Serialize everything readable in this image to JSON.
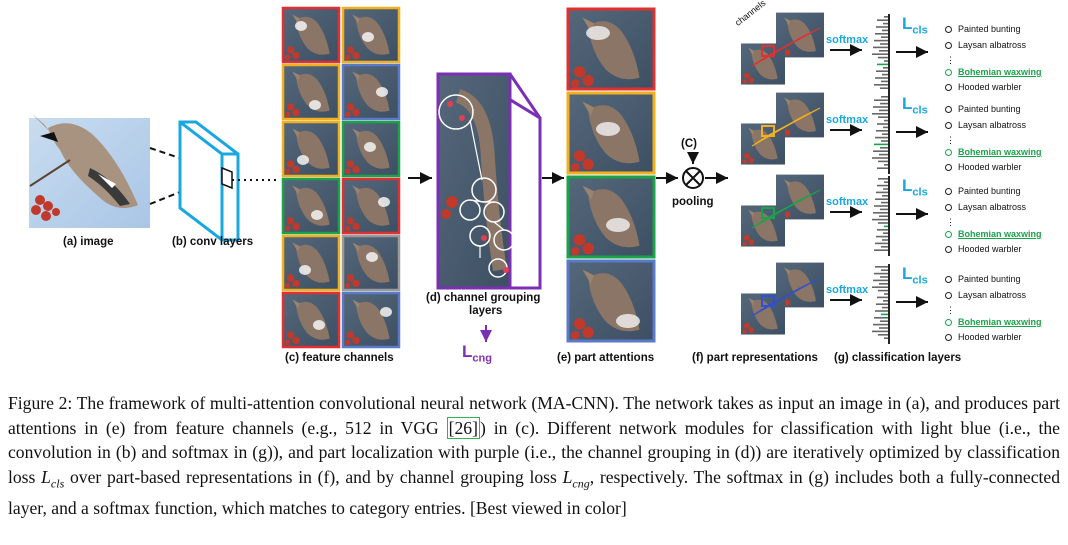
{
  "figure": {
    "labels": {
      "image": "(a) image",
      "conv": "(b) conv layers",
      "features": "(c) feature channels",
      "grouping_line1": "(d) channel grouping",
      "grouping_line2": "layers",
      "attentions": "(e) part attentions",
      "representations": "(f) part representations",
      "classification": "(g) classification layers",
      "pooling": "pooling",
      "c_marker": "(C)",
      "channels": "channels",
      "softmax": "softmax",
      "loss_cls_main": "L",
      "loss_cls_sub": "cls",
      "loss_cng_main": "L",
      "loss_cng_sub": "cng"
    },
    "class_entries": [
      "Painted bunting",
      "Laysan albatross",
      "⋮",
      "Bohemian waxwing",
      "Hooded warbler"
    ],
    "colors": {
      "light_blue": "#18a8e0",
      "purple": "#7b2fb5",
      "green": "#1aa34a",
      "feature_frames": [
        "#e03030",
        "#f0b020",
        "#f0b020",
        "#5a7ac8",
        "#f0b020",
        "#1aa34a",
        "#1aa34a",
        "#e03030",
        "#f0b020",
        "#9a9a9a",
        "#e03030",
        "#5a7ac8"
      ],
      "attention_frames": [
        "#e03030",
        "#f0b020",
        "#1aa34a",
        "#5a7ac8"
      ]
    }
  },
  "caption": {
    "figure_label": "Figure 2:",
    "part1": "The framework of multi-attention convolutional neural network (MA-CNN). The network takes as input an image in (a), and produces part attentions in (e) from feature channels (e.g., 512 in VGG ",
    "ref": "[26]",
    "part2": ") in (c). Different network modules for classification with light blue (i.e., the convolution in (b) and softmax in (g)), and part localization with purple (i.e., the channel grouping in (d)) are iteratively optimized by classification loss ",
    "lcls": "L_cls",
    "part3": " over part-based representations in (f), and by channel grouping loss ",
    "lcng": "L_cng",
    "part4": ", respectively. The softmax in (g) includes both a fully-connected layer, and a softmax function, which matches to category entries. [Best viewed in color]"
  }
}
